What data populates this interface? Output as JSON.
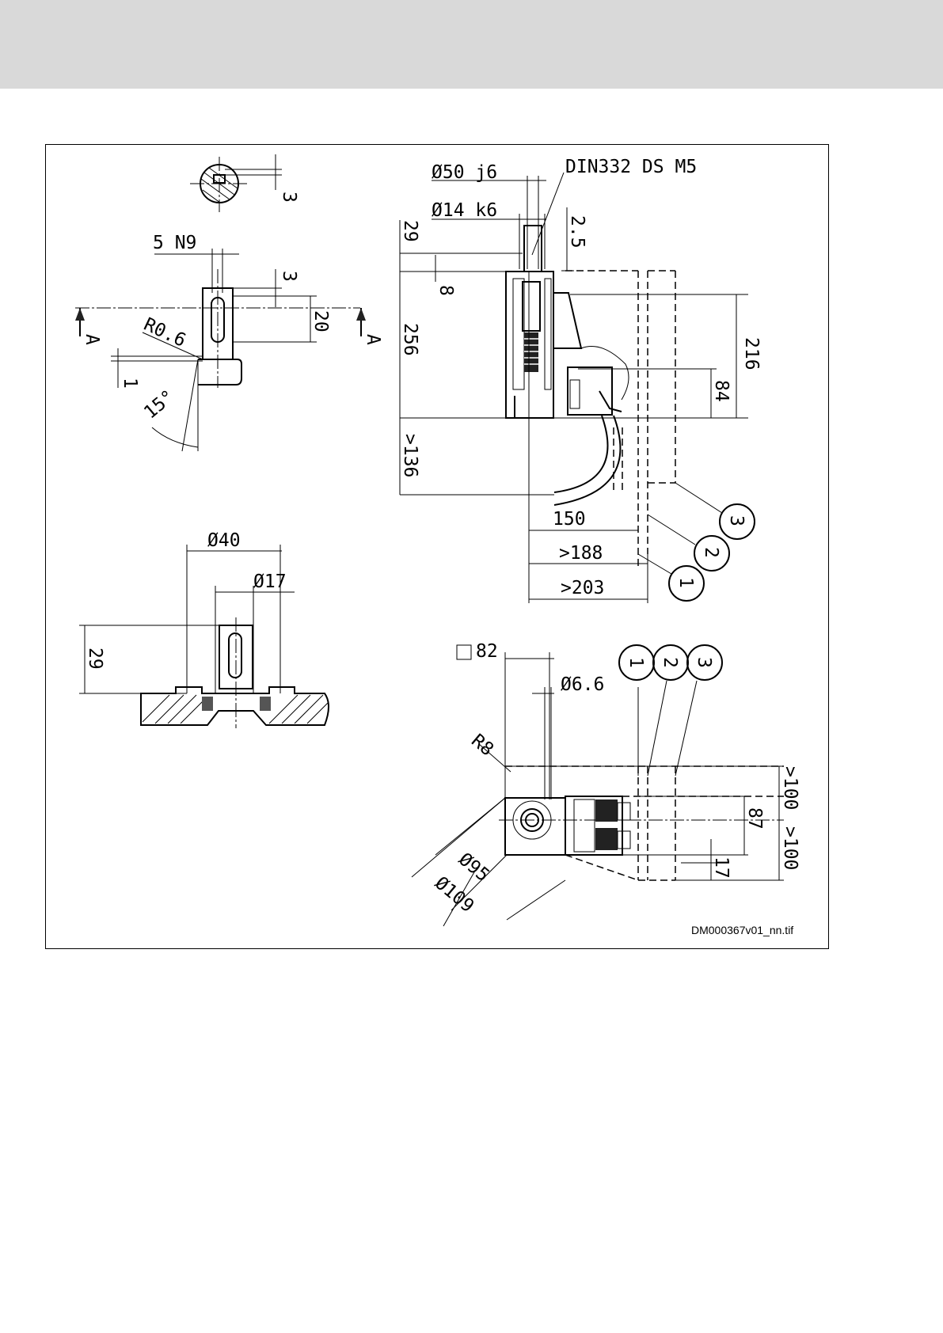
{
  "drawing": {
    "file_name": "DM000367v01_nn.tif",
    "section_label": "A",
    "callouts": [
      "1",
      "2",
      "3"
    ],
    "keyway": {
      "width": "5 N9",
      "depth_top": "3",
      "depth_side": "3",
      "length": "20",
      "radius": "R0.6",
      "offset": "1",
      "angle": "15°"
    },
    "flange": {
      "pilot_diameter": "Ø40",
      "shaft_diameter": "Ø17",
      "shaft_length": "29"
    },
    "side_view": {
      "centering_bore": "DIN332 DS M5",
      "pilot": "Ø50 j6",
      "shaft": "Ø14 k6",
      "shaft_length": "29",
      "flange_thickness": "2.5",
      "spigot": "8",
      "body_length": "256",
      "clearance_rear": ">136",
      "height": "216",
      "connector_height": "84",
      "dim_150": "150",
      "dim_188": ">188",
      "dim_203": ">203"
    },
    "front_view": {
      "square": "82",
      "hole": "Ø6.6",
      "radius": "R8",
      "bolt_circle": "Ø95",
      "outer_circle": "Ø109",
      "dim_100_top": ">100",
      "dim_100_bottom": ">100",
      "dim_87": "87",
      "dim_17": "17"
    }
  }
}
